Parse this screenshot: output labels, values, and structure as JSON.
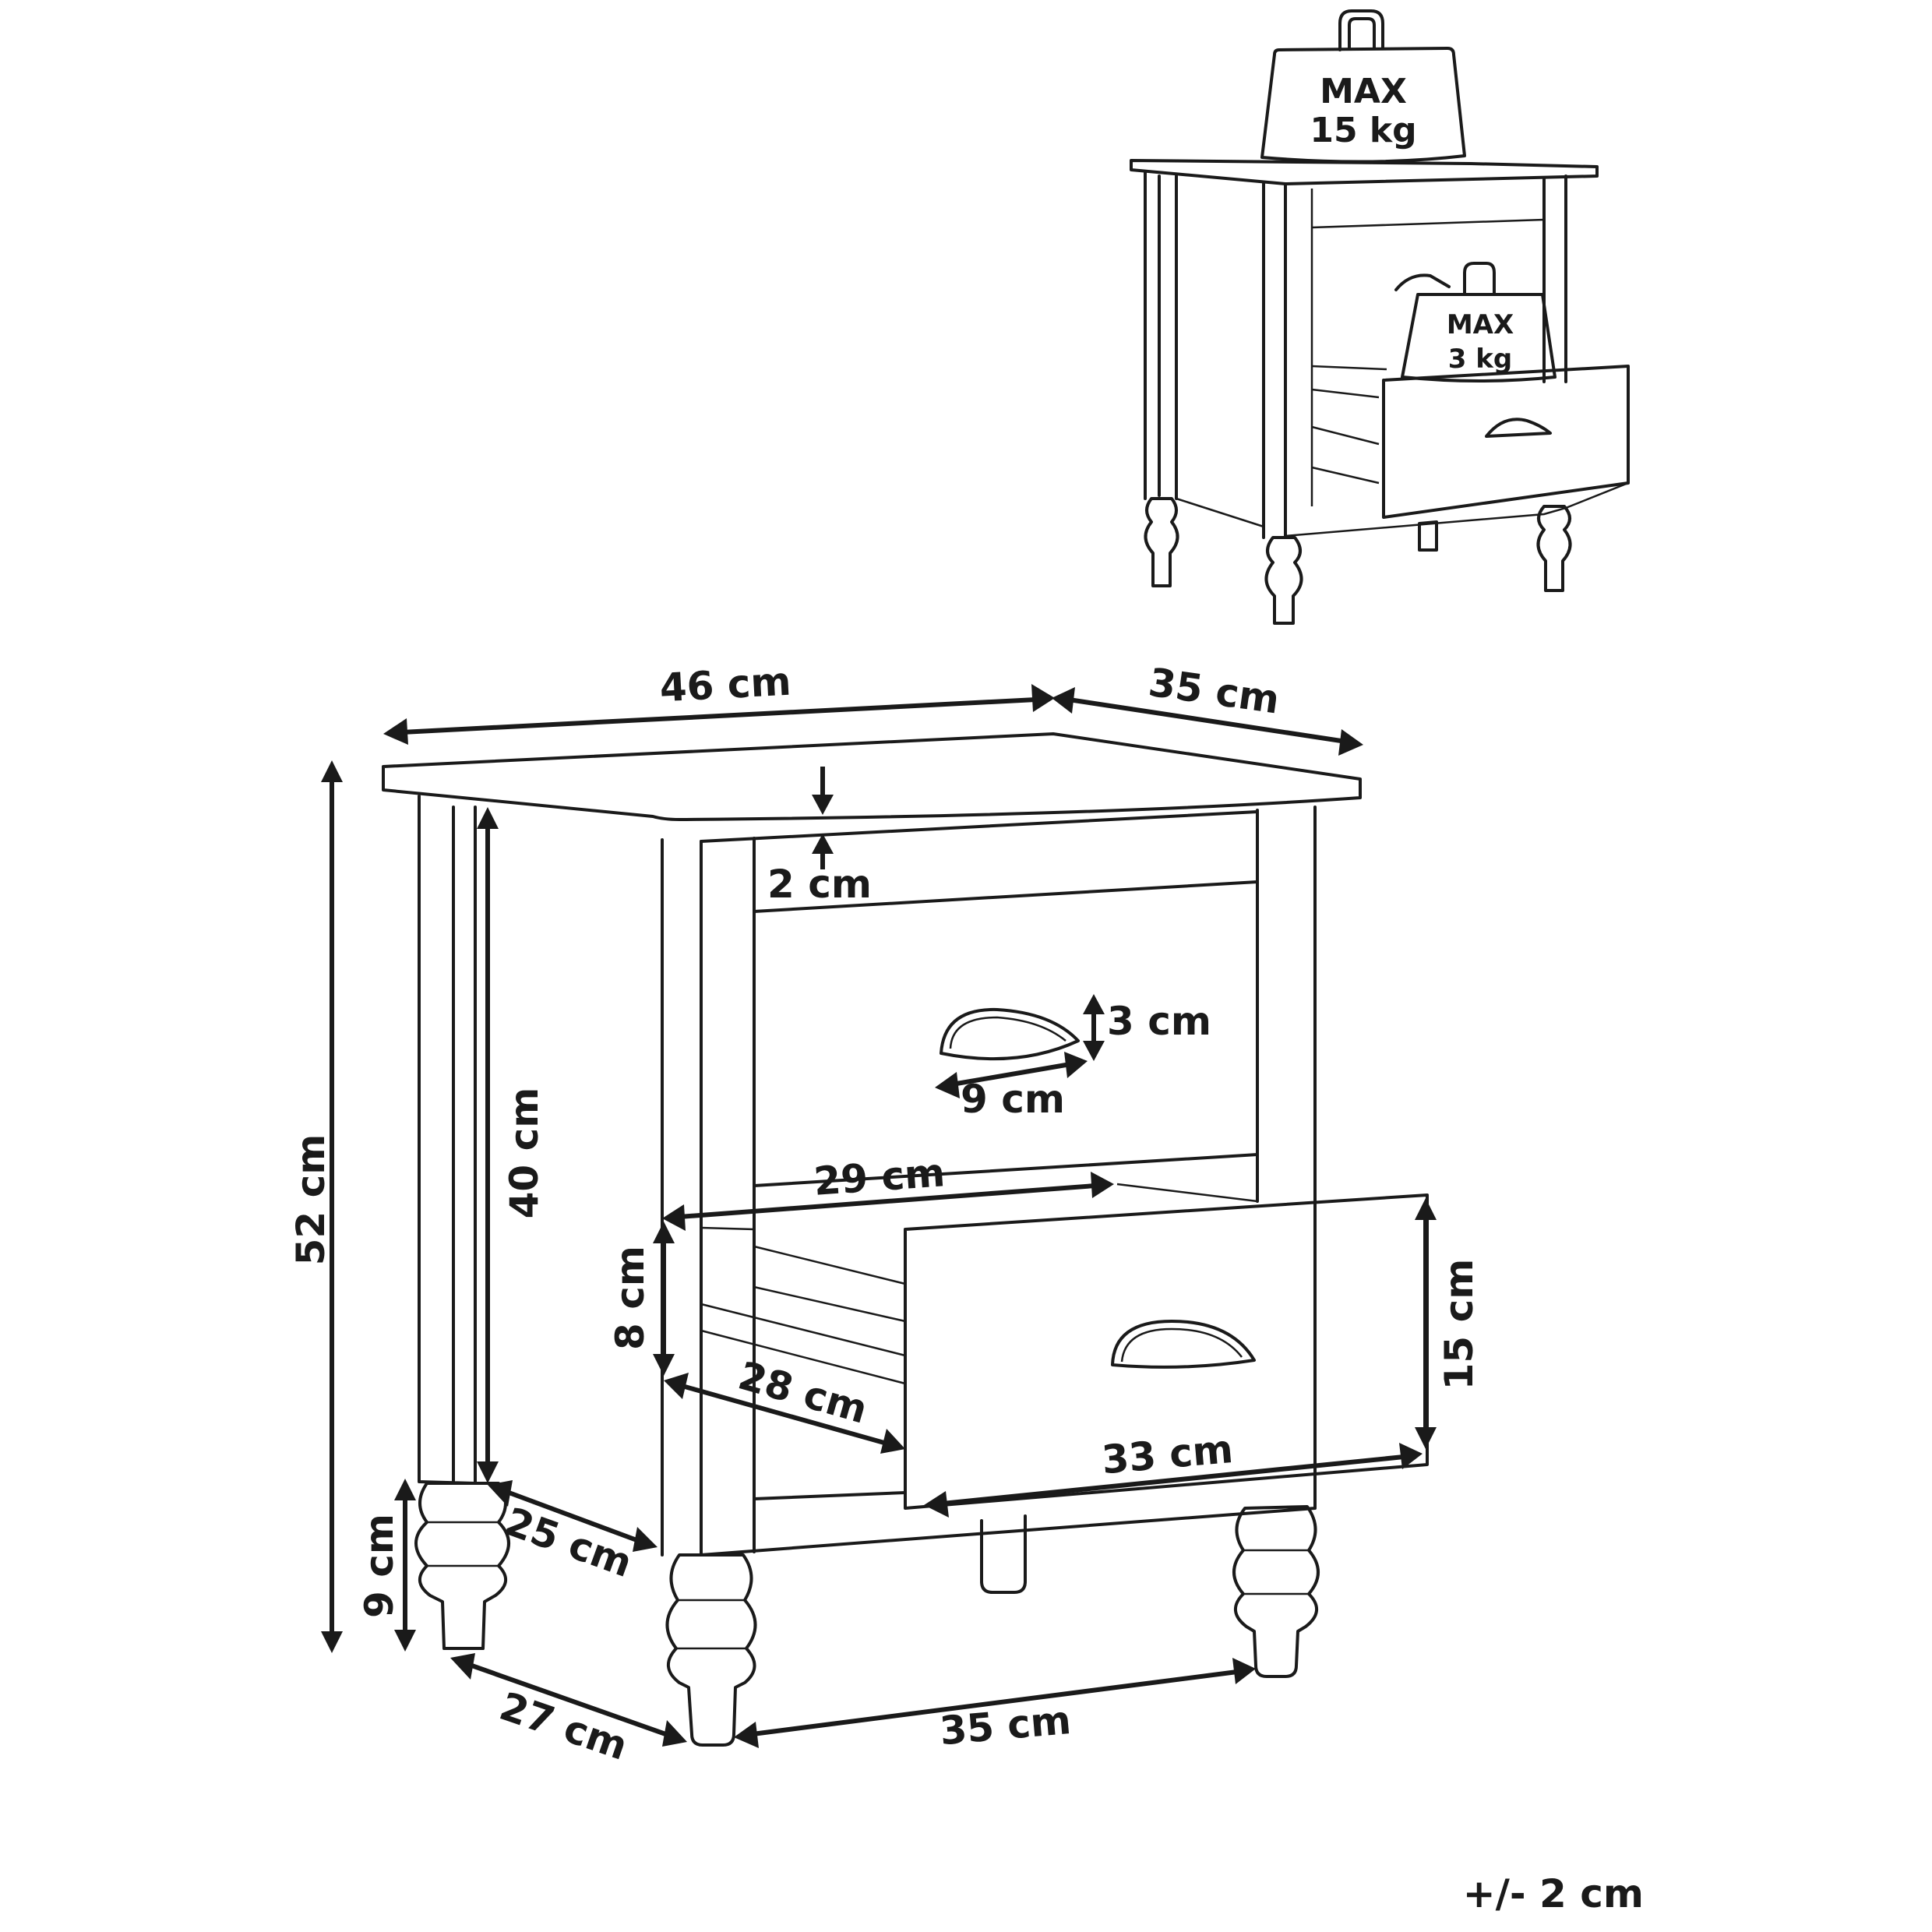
{
  "weights": {
    "top": {
      "max": "MAX",
      "value": "15 kg"
    },
    "drawer": {
      "max": "MAX",
      "value": "3 kg"
    }
  },
  "dimensions": {
    "width_top": "46 cm",
    "depth_top": "35 cm",
    "top_thickness": "2 cm",
    "handle_height": "3 cm",
    "handle_width": "9 cm",
    "total_height": "52 cm",
    "body_height": "40 cm",
    "drawer_inner_width": "29 cm",
    "drawer_inner_height": "8 cm",
    "drawer_inner_depth": "28 cm",
    "drawer_front_height": "15 cm",
    "drawer_front_width": "33 cm",
    "leg_height": "9 cm",
    "body_depth": "25 cm",
    "leg_depth": "27 cm",
    "leg_width": "35 cm"
  },
  "tolerance": "+/- 2 cm"
}
